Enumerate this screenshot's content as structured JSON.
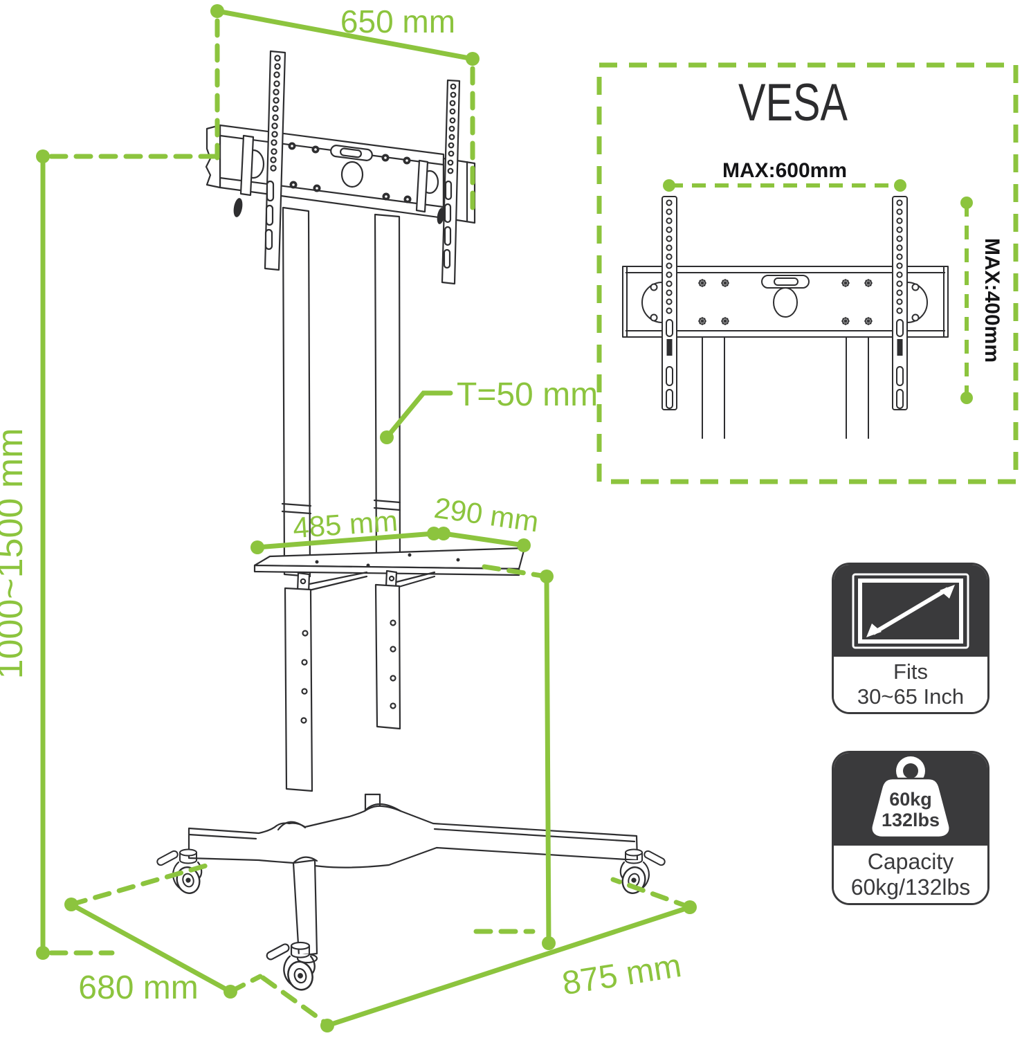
{
  "labels": {
    "top_width": "650 mm",
    "height_range": "1000~1500 mm",
    "tube": "T=50 mm",
    "shelf_width": "485 mm",
    "shelf_depth": "290 mm",
    "base_left": "680 mm",
    "base_right": "875 mm"
  },
  "vesa": {
    "title": "VESA",
    "max_width": "MAX:600mm",
    "max_height": "MAX:400mm"
  },
  "badge_fits": {
    "line1": "Fits",
    "line2": "30~65 Inch"
  },
  "badge_capacity": {
    "weight_top": "60kg",
    "weight_bottom": "132lbs",
    "line1": "Capacity",
    "line2": "60kg/132lbs"
  },
  "colors": {
    "accent_green": "#8cc43e",
    "badge_dark": "#3a3a3c",
    "line_dark": "#2e2e30"
  }
}
